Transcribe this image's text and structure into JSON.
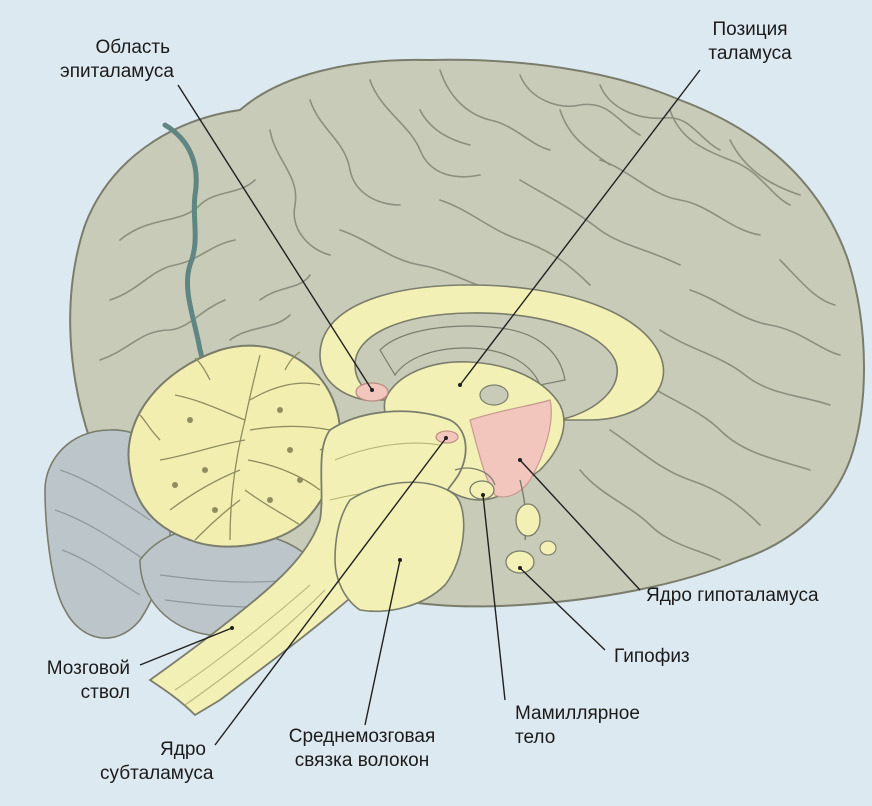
{
  "labels": {
    "epithalamus": {
      "line1": "Область",
      "line2": "эпиталамуса"
    },
    "thalamus": {
      "line1": "Позиция",
      "line2": "таламуса"
    },
    "hypothalamus_nucleus": {
      "line1": "Ядро гипоталамуса"
    },
    "pituitary": {
      "line1": "Гипофиз"
    },
    "mammillary_body": {
      "line1": "Мамиллярное",
      "line2": "тело"
    },
    "midbrain_tract": {
      "line1": "Среднемозговая",
      "line2": "связка волокон"
    },
    "subthalamus_nucleus": {
      "line1": "Ядро",
      "line2": "субталамуса"
    },
    "brainstem": {
      "line1": "Мозговой",
      "line2": "ствол"
    }
  },
  "colors": {
    "background": "#dde9f0",
    "cortex": "#c9cbb9",
    "cortex_line": "#8c8f7e",
    "diencephalon": "#f3f0b5",
    "cerebellum_arbor": "#f1eeb0",
    "hypothalamus": "#f2c6bd",
    "occipital_shade": "#bcc6ca",
    "sulcus": "#5f8683",
    "leader": "#202020"
  }
}
